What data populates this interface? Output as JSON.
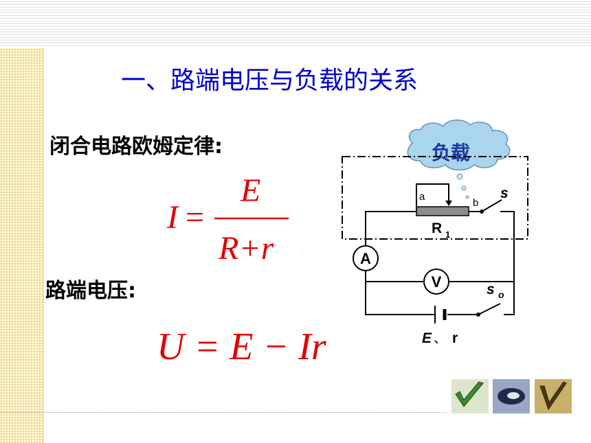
{
  "slide": {
    "title": "一、路端电压与负载的关系",
    "section1_label": "闭合电路欧姆定律:",
    "section2_label": "路端电压:"
  },
  "formula1": {
    "lhs": "I",
    "eq": "=",
    "numerator": "E",
    "denominator": "R+r"
  },
  "formula2": {
    "text": "U = E − Ir"
  },
  "circuit": {
    "cloud_label": "负载",
    "switch_s": "s",
    "switch_s0": "s",
    "switch_s0_sub": "o",
    "terminal_a": "a",
    "terminal_b": "b",
    "resistor": "R",
    "resistor_sub": "1",
    "ammeter": "A",
    "voltmeter": "V",
    "source_E": "E",
    "source_sep": "、",
    "source_r": "r"
  },
  "colors": {
    "title": "#0000cc",
    "formula": "#e00000",
    "cloud_fill": "#a9d5ee",
    "cloud_text": "#1a3aa0",
    "resistor_fill": "#8c8c8c"
  }
}
